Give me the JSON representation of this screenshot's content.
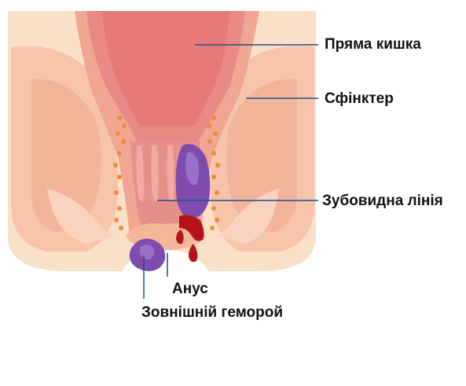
{
  "labels": {
    "rectum": "Пряма кишка",
    "sphincter": "Сфінктер",
    "dentate_line": "Зубовидна лінія",
    "anus": "Анус",
    "external_hemorrhoid": "Зовнішній геморой"
  },
  "colors": {
    "leader_line": "#1f4e8c",
    "skin_light": "#fbe0c8",
    "skin_mid": "#f4b79a",
    "rectum": "#e98a85",
    "rectum_inner": "#e57a78",
    "hemorrhoid": "#7e4cae",
    "blood": "#b5121b",
    "fat_dots": "#f08a3a"
  }
}
